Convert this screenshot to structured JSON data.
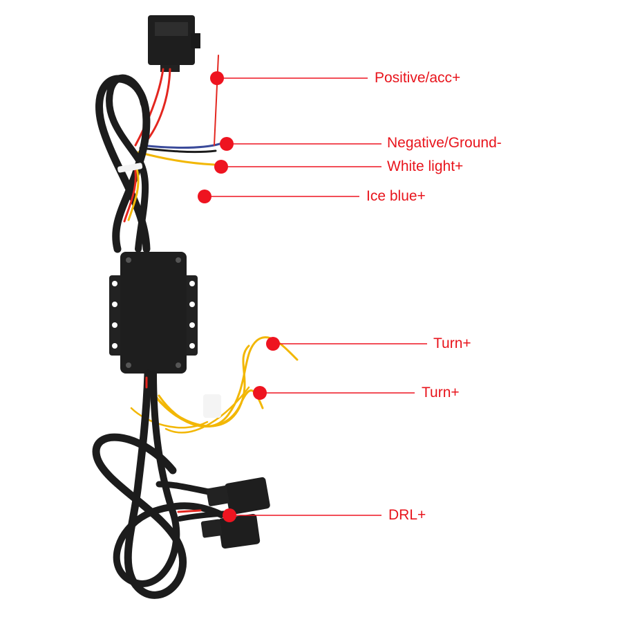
{
  "colors": {
    "label_text": "#e8141c",
    "marker_fill": "#ee1420",
    "leader_line": "#ee1420",
    "cable_black": "#1c1c1c",
    "module_body": "#1e1e1e",
    "wire_red": "#e3261f",
    "wire_yellow": "#f2b705",
    "wire_blue": "#3a4a9a",
    "background": "#ffffff"
  },
  "callouts": [
    {
      "id": "positive-acc",
      "label": "Positive/acc+"
    },
    {
      "id": "negative-ground",
      "label": "Negative/Ground-"
    },
    {
      "id": "white-light",
      "label": "White light+"
    },
    {
      "id": "ice-blue",
      "label": "Ice blue+"
    },
    {
      "id": "turn-1",
      "label": "Turn+"
    },
    {
      "id": "turn-2",
      "label": "Turn+"
    },
    {
      "id": "drl",
      "label": "DRL+"
    }
  ]
}
